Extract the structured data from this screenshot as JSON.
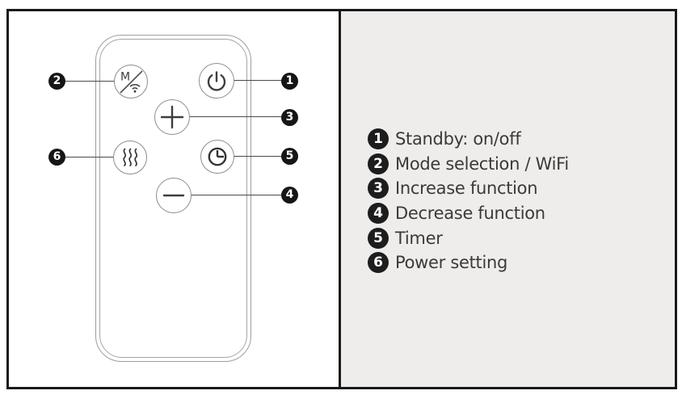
{
  "colors": {
    "frame_border": "#1a1a1a",
    "divider": "#1a1a1a",
    "left_panel_bg": "#ffffff",
    "right_panel_bg": "#eeedeb",
    "remote_outline": "#9e9e9e",
    "button_outline": "#8d8d8d",
    "icon_stroke": "#3f3f3f",
    "callout_line": "#4a4a4a",
    "badge_bg": "#161616",
    "badge_text": "#ffffff",
    "legend_text": "#3a3a3a"
  },
  "remote": {
    "mode_button_label": "M",
    "badge_numbers": [
      "1",
      "2",
      "3",
      "4",
      "5",
      "6"
    ],
    "buttons": [
      {
        "id": "standby",
        "icon": "power-icon",
        "badge": "1"
      },
      {
        "id": "mode-wifi",
        "icon": "mode-wifi-icon",
        "badge": "2"
      },
      {
        "id": "increase",
        "icon": "plus-icon",
        "badge": "3"
      },
      {
        "id": "decrease",
        "icon": "minus-icon",
        "badge": "4"
      },
      {
        "id": "timer",
        "icon": "clock-icon",
        "badge": "5"
      },
      {
        "id": "power-setting",
        "icon": "heat-waves-icon",
        "badge": "6"
      }
    ]
  },
  "legend": {
    "items": [
      {
        "num": "1",
        "text": "Standby: on/off"
      },
      {
        "num": "2",
        "text": "Mode selection / WiFi"
      },
      {
        "num": "3",
        "text": "Increase function"
      },
      {
        "num": "4",
        "text": "Decrease function"
      },
      {
        "num": "5",
        "text": "Timer"
      },
      {
        "num": "6",
        "text": "Power setting"
      }
    ]
  }
}
